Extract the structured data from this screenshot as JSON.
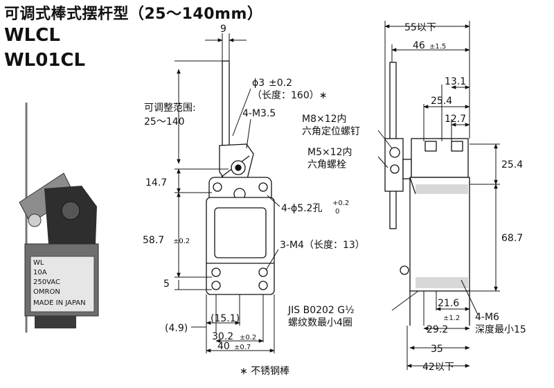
{
  "title": {
    "cn": "可调式棒式摆杆型（25～140mm）",
    "model1": "WLCL",
    "model2": "WL01CL"
  },
  "product_photo": {
    "label_lines": [
      "WL",
      "10A",
      "250VAC",
      "OMRON",
      "MADE IN JAPAN"
    ]
  },
  "front_view": {
    "dim_top": "9",
    "rod_dia": "ϕ3",
    "rod_dia_tol": "±0.2",
    "rod_len": "（长度：160）∗",
    "adj_range_label": "可调整范围:",
    "adj_range_value": "25～140",
    "screw_top": "4-M3.5",
    "d_14_7": "14.7",
    "hole": "4-ϕ5.2孔",
    "hole_tol_upper": "+0.2",
    "hole_tol_lower": "0",
    "d_58_7": "58.7",
    "d_58_7_tol": "±0.2",
    "screw_bottom": "3-M4（长度：13）",
    "d_5": "5",
    "d_4_9": "(4.9)",
    "d_15_1": "(15.1)",
    "d_30_2": "30.2",
    "d_30_2_tol": "±0.2",
    "d_40": "40",
    "d_40_tol": "±0.7",
    "footnote": "∗ 不锈钢棒"
  },
  "side_view": {
    "d_55": "55以下",
    "d_46": "46",
    "d_46_tol": "±1.5",
    "d_13_1": "13.1",
    "d_25_4_top": "25.4",
    "d_12_7": "12.7",
    "bolt1_line1": "M8×12内",
    "bolt1_line2": "六角定位螺钉",
    "bolt2_line1": "M5×12内",
    "bolt2_line2": "六角螺栓",
    "d_25_4_right": "25.4",
    "d_68_7": "68.7",
    "conduit_line1": "JIS B0202 G½",
    "conduit_line2": "螺纹数最小4圈",
    "d_21_6": "21.6",
    "d_29_2_tol": "±1.2",
    "d_29_2": "29.2",
    "d_35": "35",
    "d_42": "42以下",
    "tap_line1": "4-M6",
    "tap_line2": "深度最小15"
  }
}
